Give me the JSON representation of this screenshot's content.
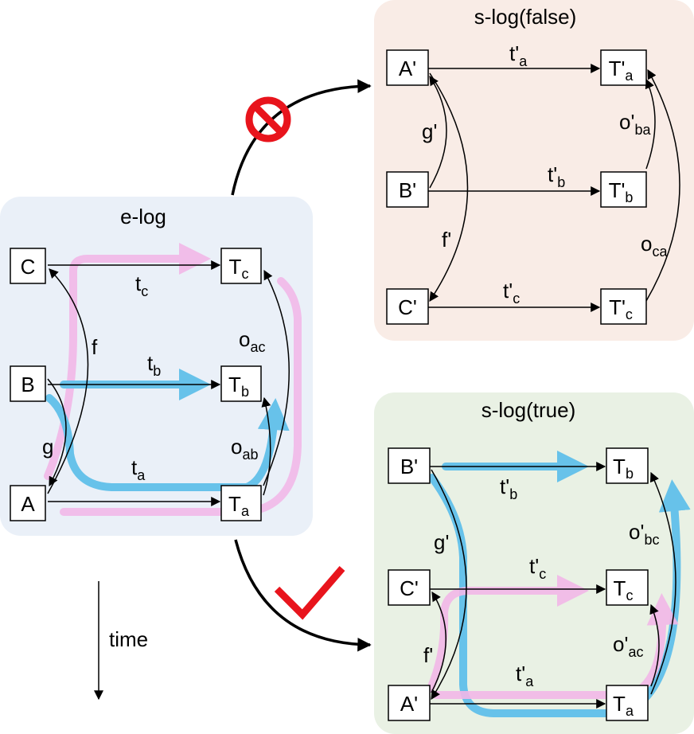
{
  "panels": {
    "elog": {
      "title": "e-log",
      "bg": "#eaf0f8"
    },
    "slog_false": {
      "title": "s-log(false)",
      "bg": "#f9ece6"
    },
    "slog_true": {
      "title": "s-log(true)",
      "bg": "#e9f1e4"
    }
  },
  "elog": {
    "nodes": {
      "C": "C",
      "B": "B",
      "A": "A",
      "Tc_main": "T",
      "Tc_sub": "c",
      "Tb_main": "T",
      "Tb_sub": "b",
      "Ta_main": "T",
      "Ta_sub": "a"
    },
    "edges": {
      "tc_main": "t",
      "tc_sub": "c",
      "tb_main": "t",
      "tb_sub": "b",
      "ta_main": "t",
      "ta_sub": "a",
      "f": "f",
      "g": "g",
      "oac_main": "o",
      "oac_sub": "ac",
      "oab_main": "o",
      "oab_sub": "ab"
    }
  },
  "slog_false": {
    "nodes": {
      "A": "A'",
      "B": "B'",
      "C": "C'",
      "Ta_main": "T'",
      "Ta_sub": "a",
      "Tb_main": "T'",
      "Tb_sub": "b",
      "Tc_main": "T'",
      "Tc_sub": "c"
    },
    "edges": {
      "ta_main": "t'",
      "ta_sub": "a",
      "tb_main": "t'",
      "tb_sub": "b",
      "tc_main": "t'",
      "tc_sub": "c",
      "g": "g'",
      "f": "f'",
      "oba_main": "o'",
      "oba_sub": "ba",
      "oca_main": "o",
      "oca_sub": "ca"
    }
  },
  "slog_true": {
    "nodes": {
      "B": "B'",
      "C": "C'",
      "A": "A'",
      "Tb_main": "T",
      "Tb_sub": "b",
      "Tc_main": "T",
      "Tc_sub": "c",
      "Ta_main": "T",
      "Ta_sub": "a"
    },
    "edges": {
      "tb_main": "t'",
      "tb_sub": "b",
      "tc_main": "t'",
      "tc_sub": "c",
      "ta_main": "t'",
      "ta_sub": "a",
      "g": "g'",
      "f": "f'",
      "obc_main": "o'",
      "obc_sub": "bc",
      "oac_main": "o'",
      "oac_sub": "ac"
    }
  },
  "timeline": {
    "label": "time"
  },
  "colors": {
    "pink_path": "#f2b8e8",
    "blue_path": "#67c2ea",
    "forbidden": "#e8141c",
    "check": "#e8141c"
  },
  "icons": {
    "forbidden": "prohibited-icon",
    "approved": "checkmark-icon"
  }
}
